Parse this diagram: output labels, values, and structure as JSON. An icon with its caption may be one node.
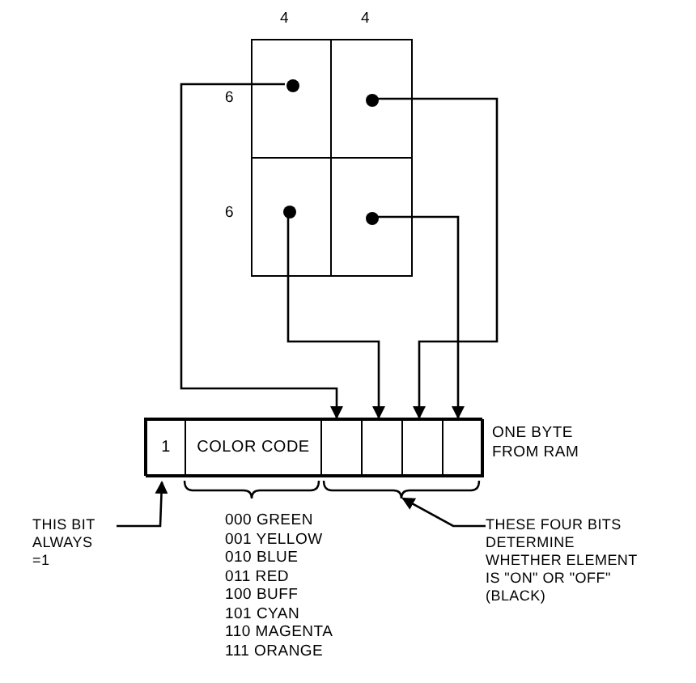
{
  "diagram": {
    "nodes": [
      {
        "text": [],
        "shape": "box"
      },
      {
        "text": [],
        "shape": "box"
      },
      {
        "text": [],
        "shape": "box"
      },
      {
        "text": [],
        "shape": "box"
      },
      {
        "text": [],
        "shape": "circle",
        "in": 0
      },
      {
        "text": [],
        "shape": "circle",
        "in": 1
      },
      {
        "text": [],
        "shape": "circle",
        "in": 2
      },
      {
        "text": [],
        "shape": "circle",
        "in": 3
      },
      {
        "text": [],
        "shape": "box",
        "beside": [
          "ONE BYTE FROM RAM"
        ]
      },
      {
        "text": [
          "1"
        ],
        "in": 8
      },
      {
        "text": [
          "COLOR CODE"
        ],
        "in": 8
      },
      {
        "text": [],
        "shape": "box",
        "in": 8
      },
      {
        "text": [],
        "shape": "box",
        "in": 8
      },
      {
        "text": [],
        "shape": "box",
        "in": 8
      },
      {
        "text": [],
        "shape": "box",
        "in": 8
      },
      {
        "text": [
          "THIS BIT ALWAYS =1"
        ]
      },
      {
        "text": [
          "THESE FOUR BITS DETERMINE WHETHER ELEMENT IS \"ON\" OR \"OFF\" (BLACK)"
        ]
      },
      {
        "text": [],
        "shape": "brace"
      },
      {
        "text": [],
        "shape": "brace"
      }
    ],
    "edges": [
      {
        "from": 4,
        "to": 11,
        "arrow": "to"
      },
      {
        "from": 6,
        "to": 12,
        "arrow": "to"
      },
      {
        "from": 5,
        "to": 13,
        "arrow": "to"
      },
      {
        "from": 7,
        "to": 14,
        "arrow": "to"
      },
      {
        "from": 15,
        "to": 9,
        "arrow": "to"
      },
      {
        "from": 16,
        "to": 18,
        "arrow": "to"
      }
    ],
    "labels": [
      "4",
      "4",
      "6",
      "6",
      "000 GREEN",
      "001 YELLOW",
      "010 BLUE",
      "011 RED",
      "100 BUFF",
      "101 CYAN",
      "110 MAGENTA",
      "111 ORANGE"
    ]
  }
}
